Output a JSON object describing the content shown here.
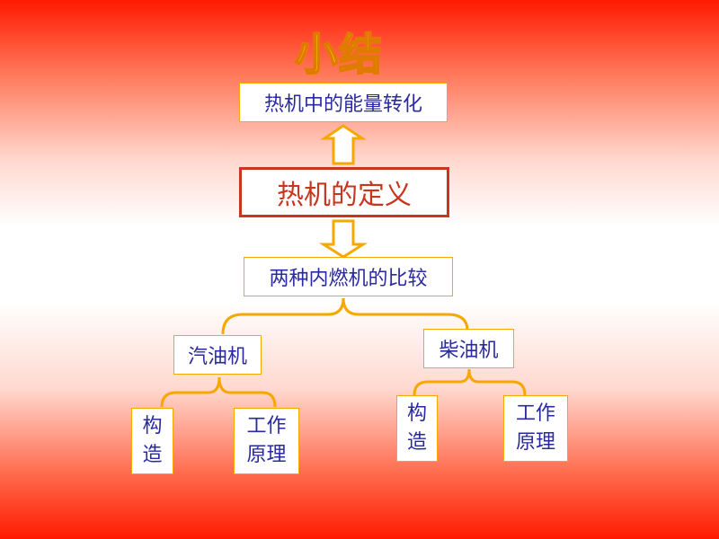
{
  "title": "小结",
  "nodes": {
    "energy": "热机中的能量转化",
    "definition": "热机的定义",
    "comparison": "两种内燃机的比较",
    "gasoline": "汽油机",
    "diesel": "柴油机",
    "gasoline_structure": [
      "构",
      "造"
    ],
    "gasoline_principle": [
      "工作",
      "原理"
    ],
    "diesel_structure": [
      "构",
      "造"
    ],
    "diesel_principle": [
      "工作",
      "原理"
    ]
  },
  "colors": {
    "accent_orange": "#f7a800",
    "main_border": "#c8361e",
    "text_blue": "#2a2aa0",
    "title_yellow": "#ffee00"
  }
}
